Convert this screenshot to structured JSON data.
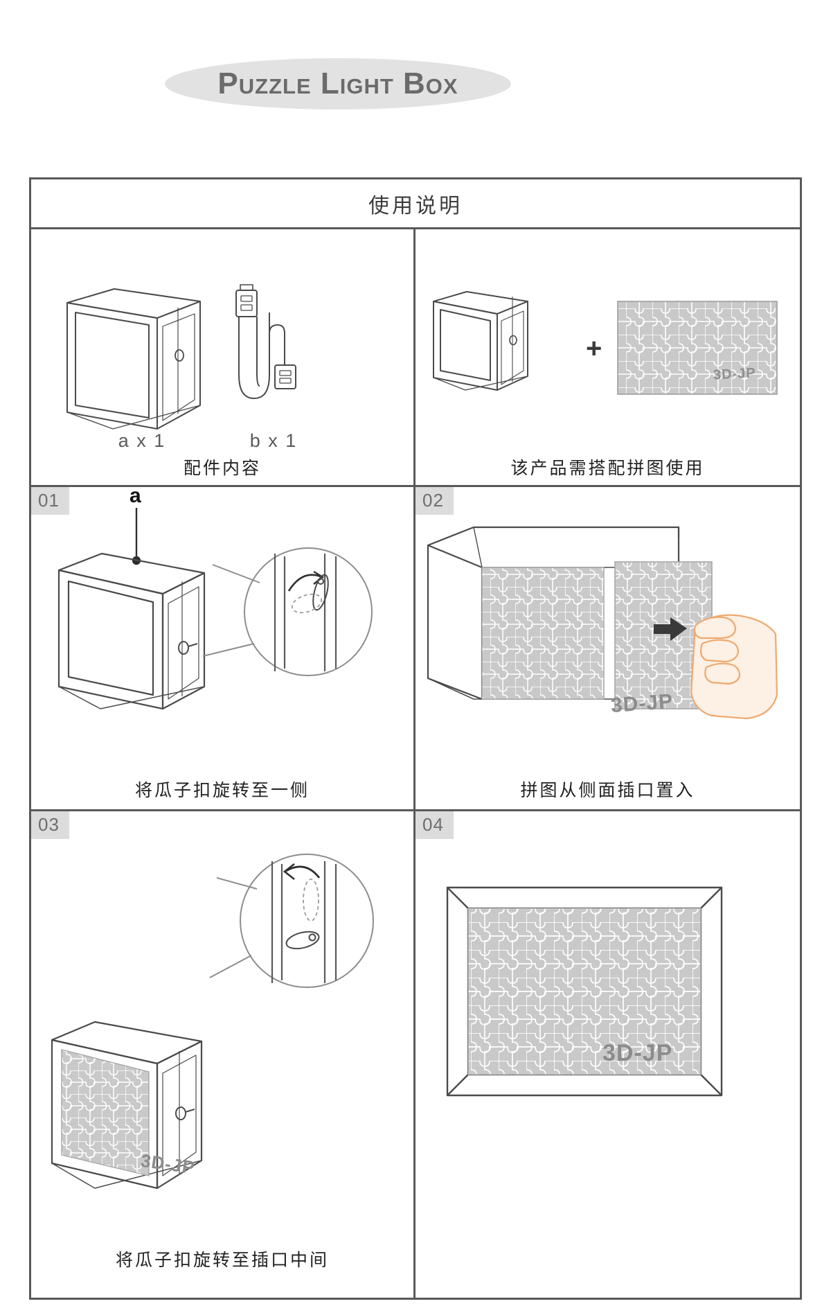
{
  "title": {
    "text": "Puzzle Light Box"
  },
  "header": {
    "title": "使用说明"
  },
  "accessories": {
    "item_a_label": "a x 1",
    "item_b_label": "b x 1",
    "caption": "配件内容",
    "icon_box": "light-box-icon",
    "icon_cable": "usb-cable-icon"
  },
  "requirement": {
    "caption": "该产品需搭配拼图使用",
    "plus": "+",
    "brand": "3D-JP"
  },
  "steps": [
    {
      "number": "01",
      "caption": "将瓜子扣旋转至一侧",
      "callout_label": "a"
    },
    {
      "number": "02",
      "caption": "拼图从侧面插口置入",
      "brand": "3D-JP"
    },
    {
      "number": "03",
      "caption": "将瓜子扣旋转至插口中间",
      "brand": "3D-JP"
    },
    {
      "number": "04",
      "caption": "",
      "brand": "3D-JP"
    }
  ],
  "colors": {
    "border": "#5b585a",
    "badge_bg": "#dcdcdc",
    "title_gray": "#6b6b6b",
    "ellipse": "#e2e2e2",
    "puzzle_fill": "#c9c9c9",
    "hand_fill": "#fdeee2",
    "hand_stroke": "#f0a868"
  }
}
